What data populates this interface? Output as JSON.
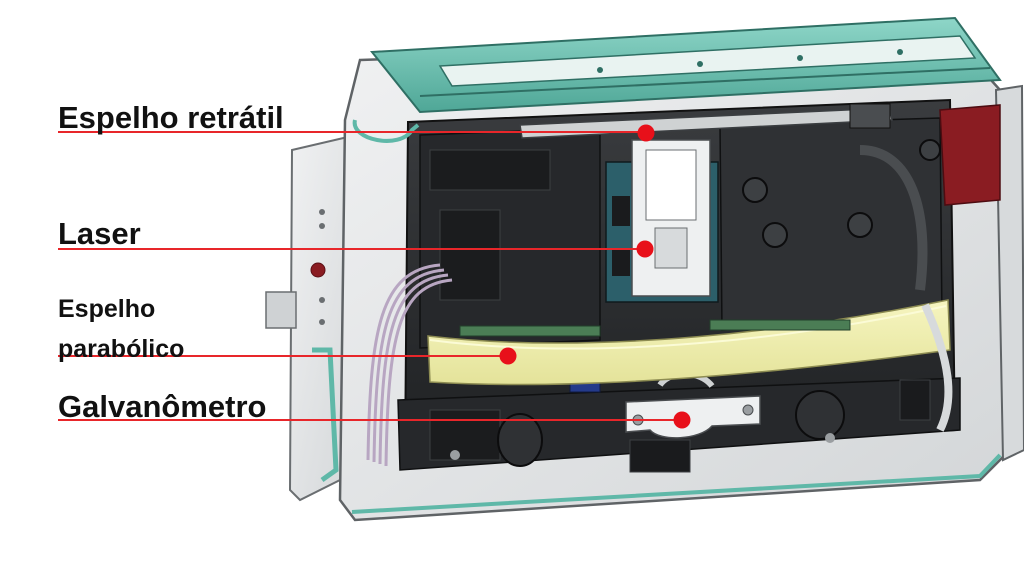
{
  "labels": [
    {
      "id": "espelho-retratil",
      "lines": [
        "Espelho retrátil"
      ]
    },
    {
      "id": "laser",
      "lines": [
        "Laser"
      ]
    },
    {
      "id": "espelho-parabolico",
      "lines": [
        "Espelho",
        "parabólico"
      ]
    },
    {
      "id": "galvanometro",
      "lines": [
        "Galvanômetro"
      ]
    }
  ],
  "colors": {
    "leader_line": "#e8262a",
    "marker": "#e8101a",
    "housing": "#e3e5e6",
    "housing_edge": "#5f6366",
    "teal_trim": "#5fb8a8",
    "frame_dark": "#2b2d30",
    "parabolic_mirror": "#efeea8",
    "label_text": "#111111"
  }
}
